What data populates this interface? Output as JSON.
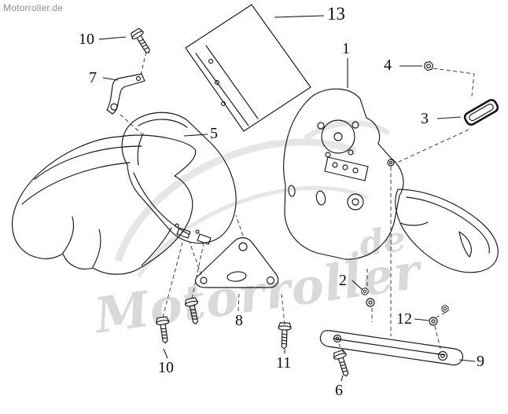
{
  "brand": "Motorroller.de",
  "watermark": {
    "text": "Motorroller",
    "suffix": ".de"
  },
  "colors": {
    "background": "#ffffff",
    "line": "#161616",
    "watermark": "#d9d9d9",
    "brand_text": "#8d8d8d"
  },
  "callouts": {
    "n1": "1",
    "n2": "2",
    "n3": "3",
    "n4": "4",
    "n5": "5",
    "n6": "6",
    "n7": "7",
    "n8": "8",
    "n9": "9",
    "n10_top": "10",
    "n10_bottom": "10",
    "n11": "11",
    "n12": "12",
    "n13": "13"
  }
}
